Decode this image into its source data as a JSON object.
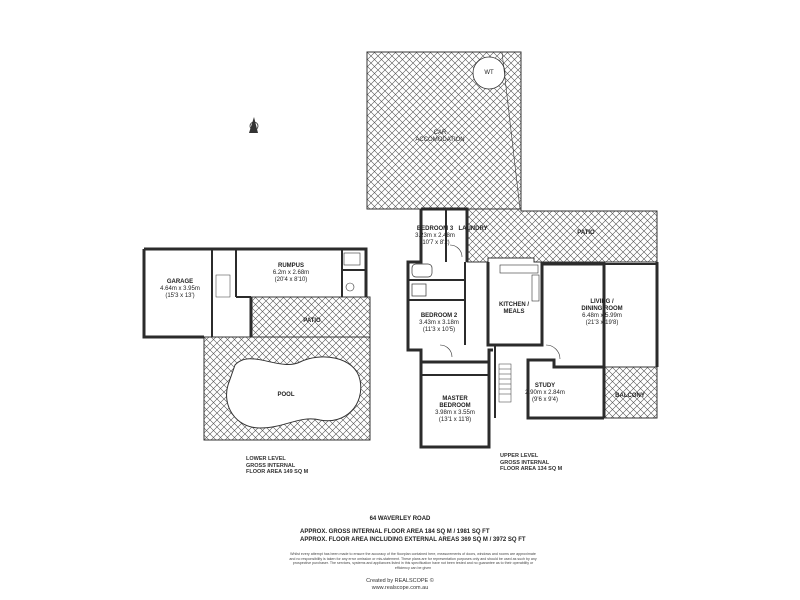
{
  "rooms": {
    "car": {
      "name": "CAR\nACCOMODATION",
      "dims": "",
      "imp": ""
    },
    "wt": {
      "name": "WT"
    },
    "bed3": {
      "name": "BEDROOM 3",
      "dims": "3.23m x 2.48m",
      "imp": "(10'7 x 8'2)"
    },
    "laundry": {
      "name": "LAUNDRY"
    },
    "patio_upper": {
      "name": "PATIO"
    },
    "kitchen": {
      "name": "KITCHEN /",
      "name2": "MEALS"
    },
    "living": {
      "name": "LIVING /",
      "name2": "DINING ROOM",
      "dims": "6.48m x 5.99m",
      "imp": "(21'3 x 19'8)"
    },
    "bed2": {
      "name": "BEDROOM 2",
      "dims": "3.43m x 3.18m",
      "imp": "(11'3 x 10'5)"
    },
    "study": {
      "name": "STUDY",
      "dims": "2.90m x 2.84m",
      "imp": "(9'6 x 9'4)"
    },
    "balcony": {
      "name": "BALCONY"
    },
    "master": {
      "name": "MASTER",
      "name2": "BEDROOM",
      "dims": "3.98m x 3.55m",
      "imp": "(13'1 x 11'8)"
    },
    "garage": {
      "name": "GARAGE",
      "dims": "4.64m x 3.95m",
      "imp": "(15'3 x 13')"
    },
    "rumpus": {
      "name": "RUMPUS",
      "dims": "6.2m x 2.68m",
      "imp": "(20'4 x 8'10)"
    },
    "patio_lower": {
      "name": "PATIO"
    },
    "pool": {
      "name": "POOL"
    }
  },
  "levels": {
    "lower": [
      "LOWER LEVEL",
      "GROSS INTERNAL",
      "FLOOR AREA 149 SQ M"
    ],
    "upper": [
      "UPPER LEVEL",
      "GROSS INTERNAL",
      "FLOOR AREA 134 SQ M"
    ]
  },
  "address": "64 WAVERLEY ROAD",
  "areas": [
    "APPROX. GROSS INTERNAL FLOOR AREA 184 SQ M / 1981 SQ FT",
    "APPROX. FLOOR AREA INCLUDING EXTERNAL AREAS 369 SQ M / 3972 SQ FT"
  ],
  "disclaimer": "Whilst every attempt has been made to ensure the accuracy of the floorplan contained here, measurements of doors, windows and rooms are approximate and no responsibility is taken for any error omission or mis-statement. These plans are for representation purposes only and should be used as such by any prospective purchaser. The services, systems and appliances listed in this specification have not been tested and no guarantee as to their operability or efficiency can be given",
  "credit": [
    "Created by REALSCOPE ©",
    "www.realscope.com.au"
  ],
  "colors": {
    "wall": "#2b2b2b",
    "hatch": "#4a4a4a"
  }
}
